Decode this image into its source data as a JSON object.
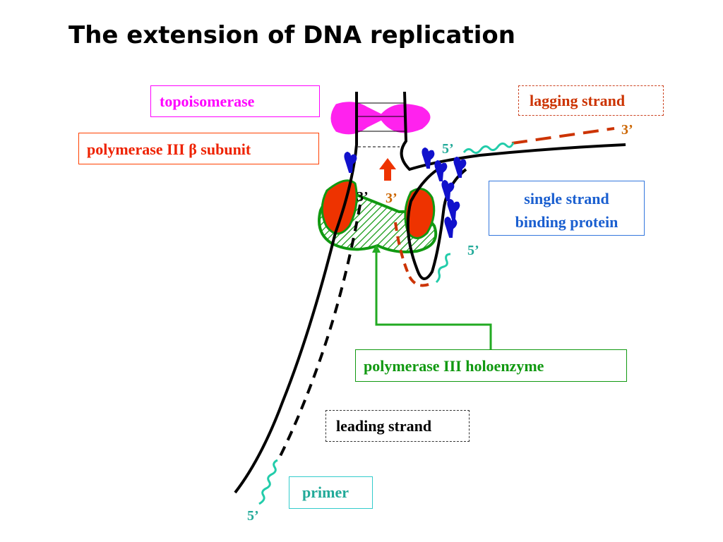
{
  "title": "The extension of DNA replication",
  "labels": {
    "topoisomerase": "topoisomerase",
    "beta_subunit": "polymerase  III  β subunit",
    "lagging_strand": "lagging strand",
    "ssb_line1": "single strand",
    "ssb_line2": "binding protein",
    "holoenzyme": "polymerase  III  holoenzyme",
    "leading_strand": "leading strand",
    "primer": "primer"
  },
  "ends": {
    "lagging_3": "3’",
    "lagging_5_top": "5’",
    "lagging_5_loop": "5’",
    "leading_3": "3’",
    "lagging_3_core": "3’",
    "primer_5": "5’"
  },
  "colors": {
    "topoisomerase": "#ff00ff",
    "beta": "#ff4000",
    "lagging": "#cc3300",
    "ssb": "#1a5fd0",
    "holoenzyme": "#119911",
    "primer": "#22aa99",
    "polymerase_core": "#ee3300",
    "ssb_protein": "#1111cc"
  }
}
